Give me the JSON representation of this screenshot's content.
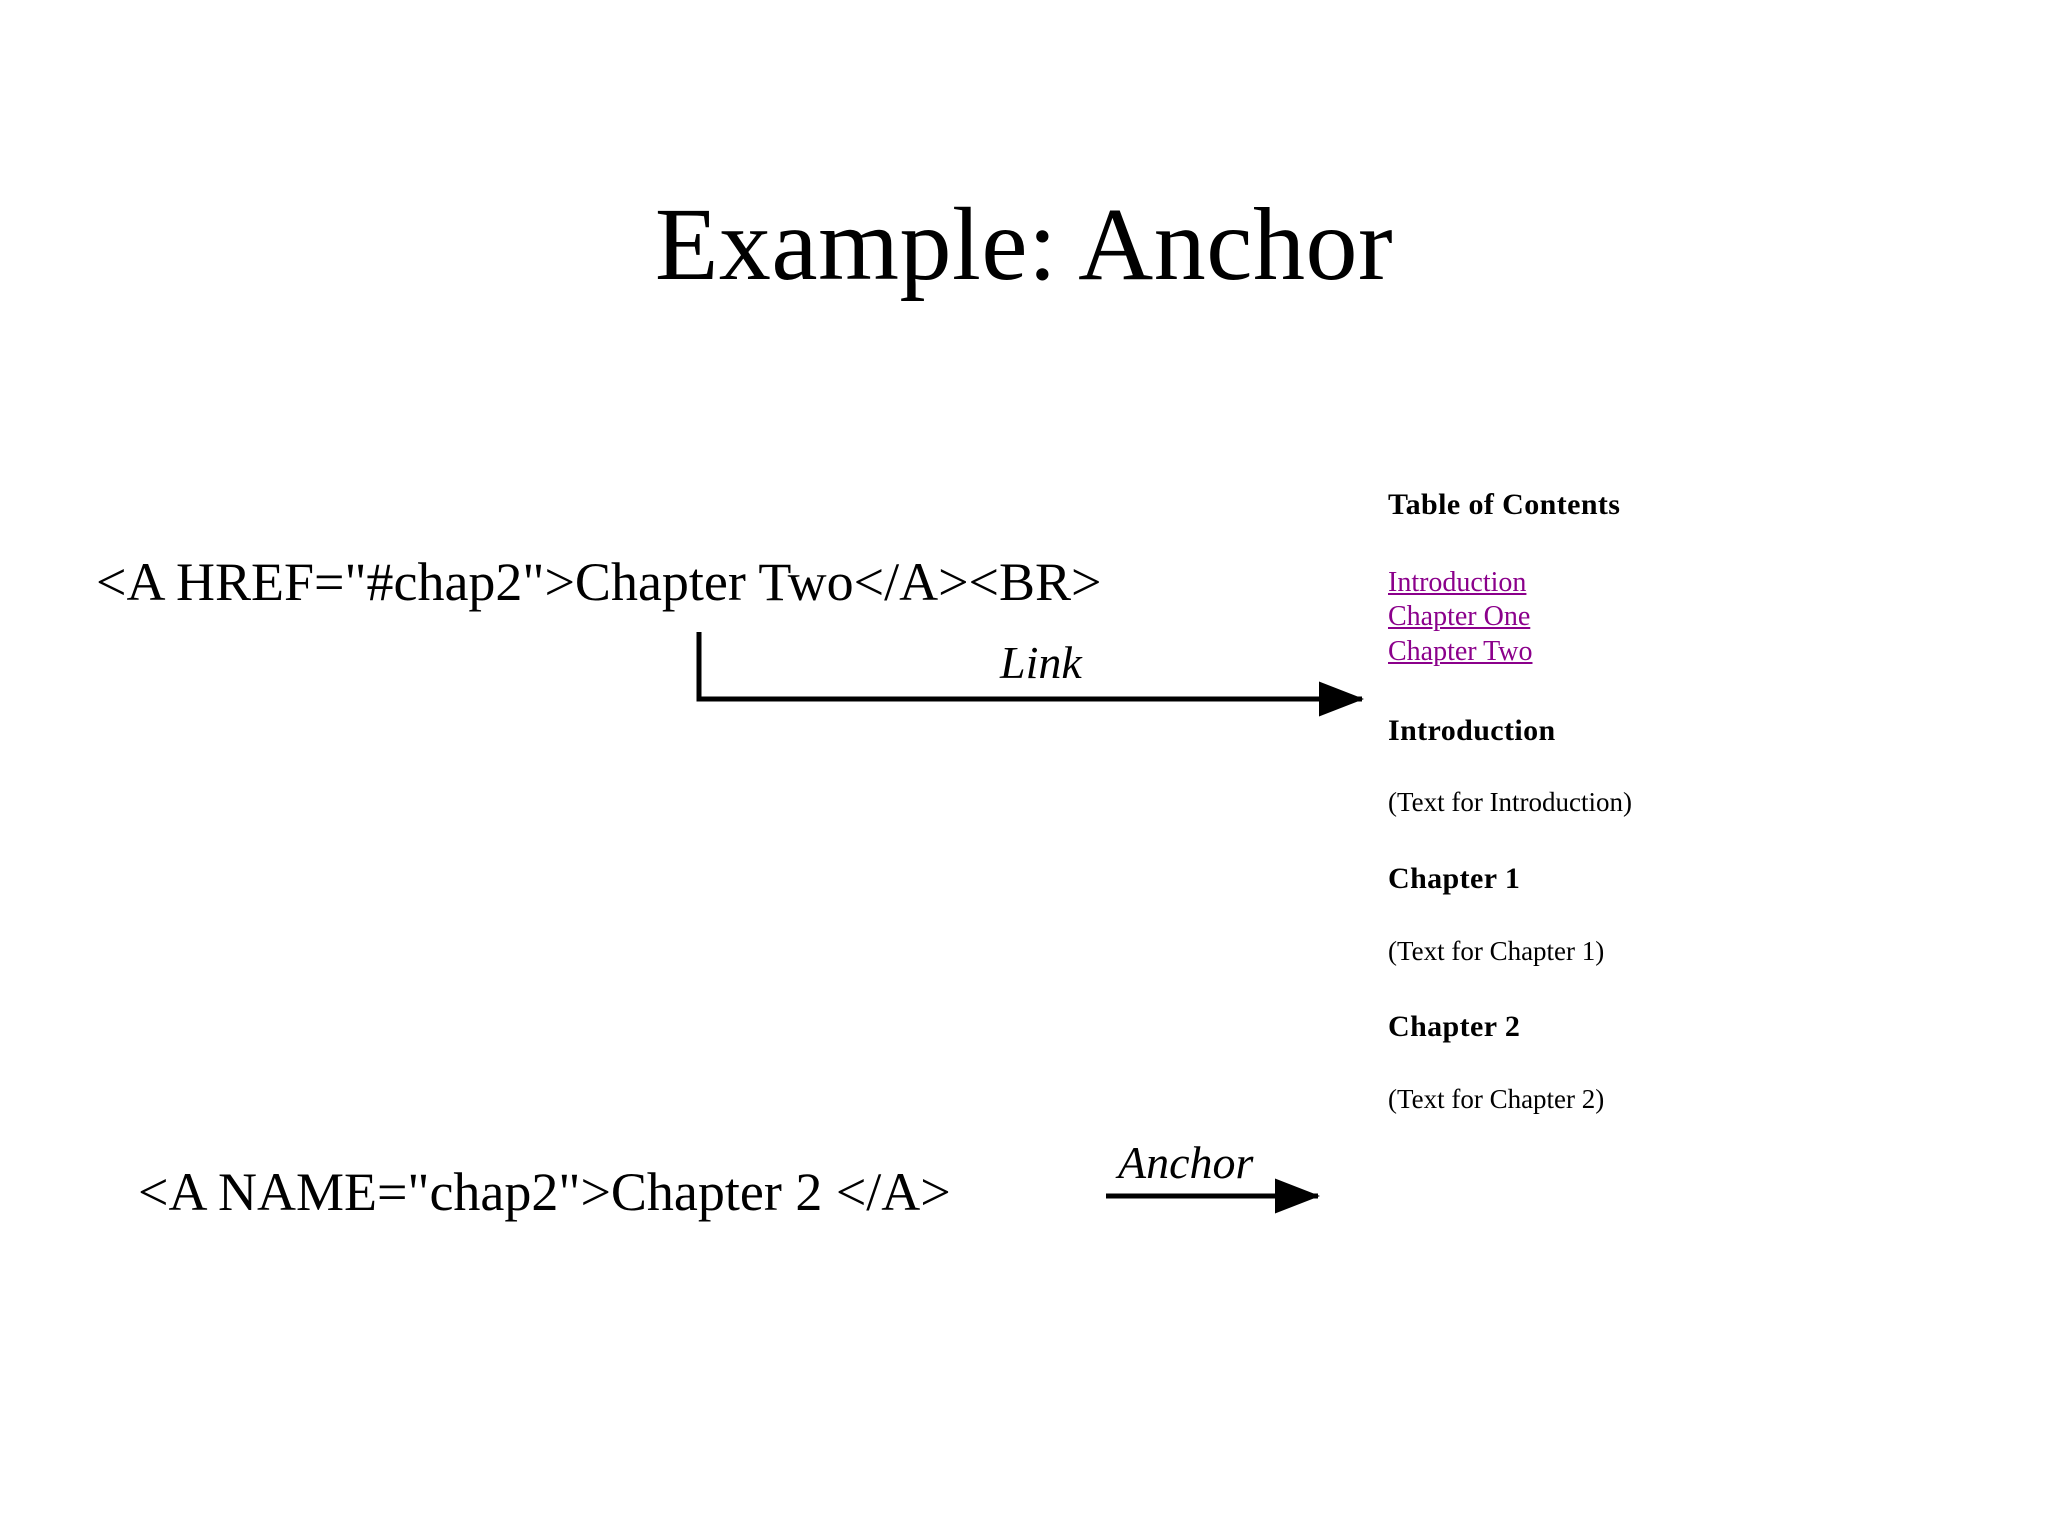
{
  "slide": {
    "title": "Example: Anchor",
    "background_color": "#ffffff",
    "text_color": "#000000",
    "link_color": "#8B008B"
  },
  "code": {
    "href_line": "<A HREF=\"#chap2\">Chapter Two</A><BR>",
    "name_line": "<A NAME=\"chap2\">Chapter 2 </A>"
  },
  "annotations": {
    "link_label": "Link",
    "anchor_label": "Anchor"
  },
  "browser_preview": {
    "toc_heading": "Table of Contents",
    "toc_links": [
      {
        "label": "Introduction"
      },
      {
        "label": "Chapter One"
      },
      {
        "label": "Chapter Two"
      }
    ],
    "sections": [
      {
        "heading": "Introduction",
        "body": "(Text for Introduction)"
      },
      {
        "heading": "Chapter 1",
        "body": "(Text for Chapter 1)"
      },
      {
        "heading": "Chapter 2",
        "body": "(Text for Chapter 2)"
      }
    ]
  }
}
